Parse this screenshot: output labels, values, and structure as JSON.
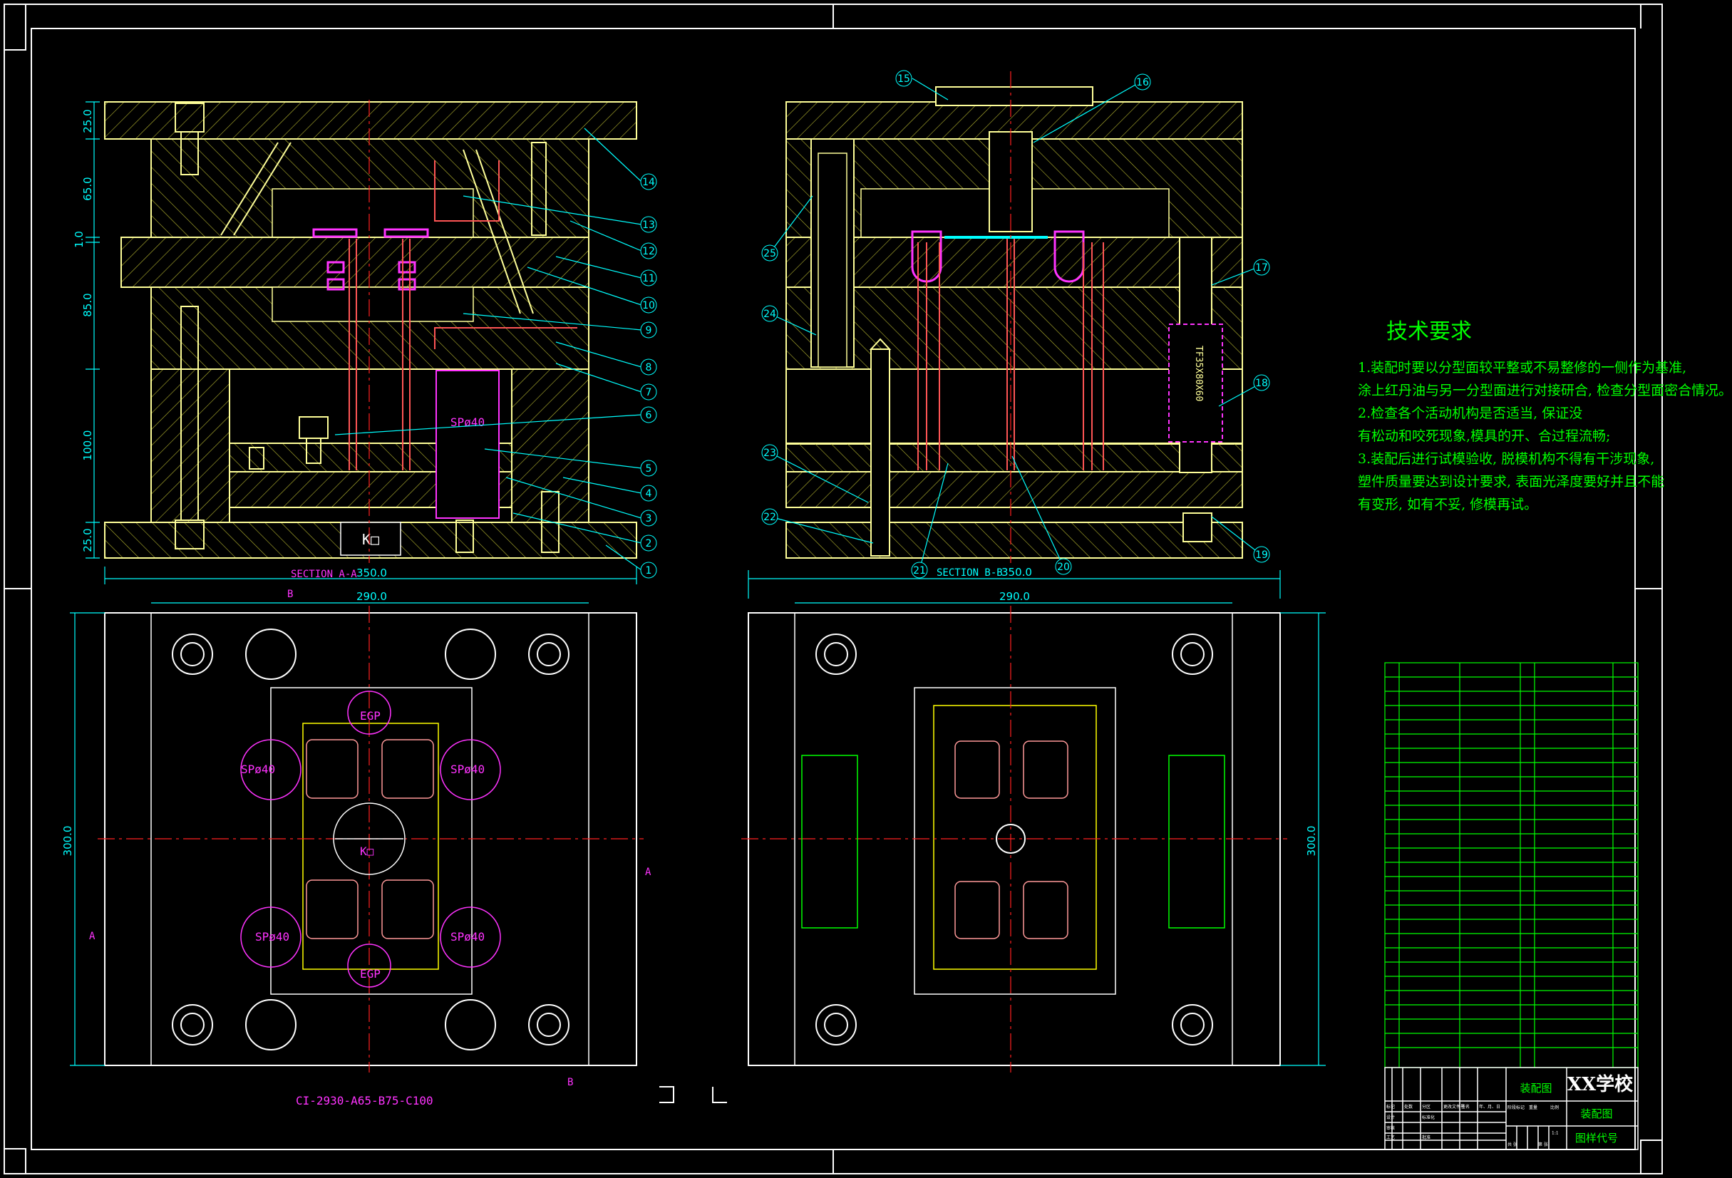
{
  "colors": {
    "background": "#000000",
    "frame": "#ffffff",
    "part_outline": "#ffff99",
    "hatch": "#cccc33",
    "dimension": "#00ffff",
    "center_line": "#ff2020",
    "pink": "#ff33ff",
    "green": "#00ff00",
    "leader": "#00ffff"
  },
  "section_aa": {
    "label": "SECTION A-A",
    "top_width": "350.0",
    "left_dims": [
      "25.0",
      "65.0",
      "1.0",
      "85.0",
      "100.0",
      "25.0"
    ],
    "slide_label": "SPø40",
    "ko_label": "K□",
    "callouts": [
      "14",
      "13",
      "12",
      "11",
      "10",
      "9",
      "8",
      "7",
      "6",
      "5",
      "4",
      "3",
      "2",
      "1"
    ]
  },
  "section_bb": {
    "label": "SECTION B-B",
    "top_width": "350.0",
    "spring_label": "TF35X80X60",
    "callouts_top": [
      "15",
      "16"
    ],
    "callouts_right": [
      "17",
      "18",
      "19"
    ],
    "callouts_left": [
      "25",
      "24",
      "23",
      "22"
    ],
    "callouts_bottom": [
      "21",
      "20"
    ]
  },
  "plan_left": {
    "width_label": "290.0",
    "height_label": "300.0",
    "section_marks": [
      "B",
      "A",
      "A",
      "B"
    ],
    "sp_labels": [
      "SPø40",
      "SPø40",
      "SPø40",
      "SPø40"
    ],
    "egp_labels": [
      "EGP",
      "EGP"
    ],
    "ko_label": "K□",
    "part_number": "CI-2930-A65-B75-C100"
  },
  "plan_right": {
    "width_label": "290.0",
    "height_label": "300.0"
  },
  "tech_requirements": {
    "title": "技术要求",
    "lines": [
      "1.装配时要以分型面较平整或不易整修的一侧作为基准,",
      "涂上红丹油与另一分型面进行对接研合, 检查分型面密合情况。",
      "2.检查各个活动机构是否适当, 保证没",
      "有松动和咬死现象,模具的开、合过程流畅;",
      "3.装配后进行试模验收, 脱模机构不得有干涉现象,",
      "塑件质量要达到设计要求, 表面光泽度要好并且不能",
      "有变形, 如有不妥, 修模再试。"
    ]
  },
  "title_block": {
    "drawing_name": "装配图",
    "company": "XX学校",
    "drawing_type": "装配图",
    "drawing_code": "图样代号",
    "small_cells": [
      "标记",
      "处数",
      "分区",
      "更改文件号",
      "签名",
      "年、月、日",
      "设计",
      "标准化",
      "审核",
      "工艺",
      "批准",
      "阶段标记",
      "重量",
      "比例",
      "共 张",
      "第 张",
      "1:1"
    ]
  }
}
